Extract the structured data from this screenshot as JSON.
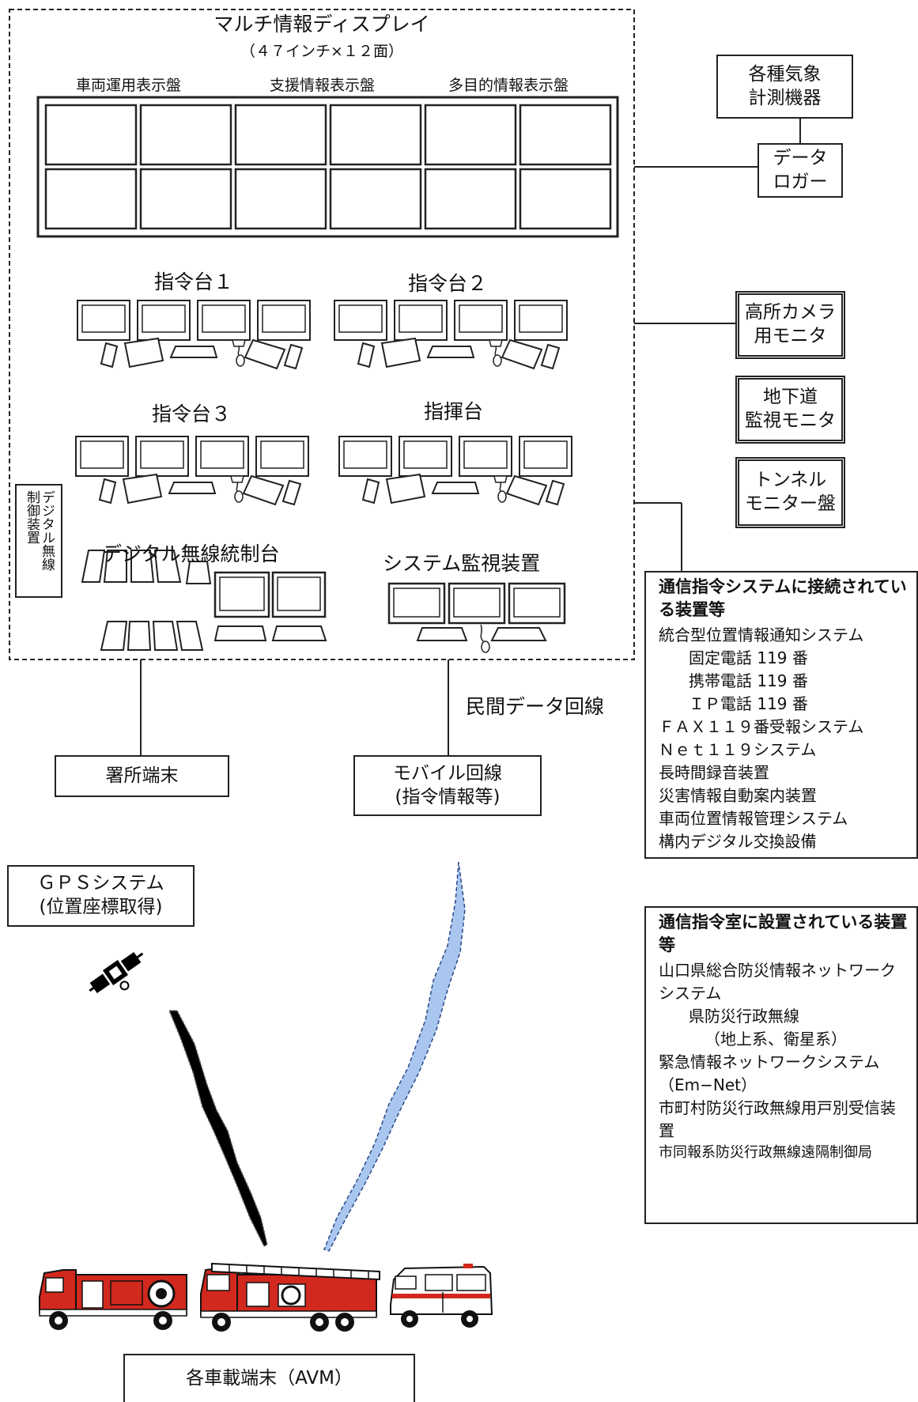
{
  "multi_display": {
    "title": "マルチ情報ディスプレイ",
    "subtitle": "（４７インチ×１２面）",
    "boards": [
      "車両運用表示盤",
      "支援情報表示盤",
      "多目的情報表示盤"
    ]
  },
  "consoles": {
    "shirei1": "指令台１",
    "shirei2": "指令台２",
    "shirei3": "指令台３",
    "shiki": "指揮台",
    "digital_radio": "デジタル無線統制台",
    "system_monitor": "システム監視装置"
  },
  "digital_radio_control": [
    "デジタル無線",
    "制御装置"
  ],
  "weather": {
    "lines": [
      "各種気象",
      "計測機器"
    ]
  },
  "data_logger": {
    "lines": [
      "データ",
      "ロガー"
    ]
  },
  "monitors": {
    "camera": [
      "高所カメラ",
      "用モニタ"
    ],
    "underground": [
      "地下道",
      "監視モニタ"
    ],
    "tunnel": [
      "トンネル",
      "モニター盤"
    ]
  },
  "connected_panel": {
    "heading": "通信指令システムに接続されている装置等",
    "items": [
      "統合型位置情報通知システム",
      "固定電話 119 番",
      "携帯電話 119 番",
      "ＩＰ電話 119 番",
      "ＦＡＸ１１９番受報システム",
      "Ｎｅｔ１１９システム",
      "長時間録音装置",
      "災害情報自動案内装置",
      "車両位置情報管理システム",
      "構内デジタル交換設備"
    ]
  },
  "room_panel": {
    "heading": "通信指令室に設置されている装置等",
    "items": [
      "山口県総合防災情報ネットワークシステム",
      "県防災行政無線",
      "（地上系、衛星系）",
      "緊急情報ネットワークシステム（Em−Net）",
      "市町村防災行政無線用戸別受信装置",
      "市同報系防災行政無線遠隔制御局"
    ]
  },
  "private_line": "民間データ回線",
  "station_terminal": "署所端末",
  "mobile_line": {
    "lines": [
      "モバイル回線",
      "(指令情報等)"
    ]
  },
  "gps": {
    "lines": [
      "ＧＰＳシステム",
      "(位置座標取得)"
    ]
  },
  "vehicle_terminal": "各車載端末（AVM）",
  "colors": {
    "line": "#222222",
    "fire_red": "#d2291f",
    "wave_blue": "#a9c6ef",
    "wave_black": "#000000"
  },
  "icons": [
    "satellite-icon",
    "pumper-truck-icon",
    "ladder-truck-icon",
    "ambulance-icon",
    "mouse-icon"
  ]
}
